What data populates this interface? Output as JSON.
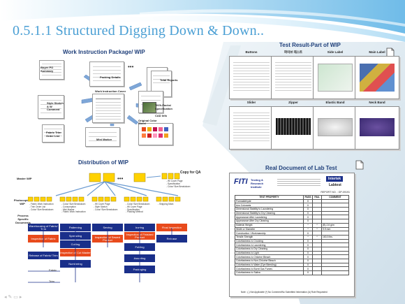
{
  "slide": {
    "title": "0.5.1.1 Structured Digging Down & Down.."
  },
  "wip_package": {
    "title": "Work Instruction Package/ WIP",
    "center_label": "Work Instruction Cover",
    "items": [
      {
        "label": "Buyer PO Summary"
      },
      {
        "label": "Packing Details"
      },
      {
        "label": "Total Reports"
      },
      {
        "label": "Style Sketch & W Comment"
      },
      {
        "label": "Tech-Packs/ Specification"
      },
      {
        "label": "CAD Info"
      },
      {
        "label": "Fabric Trim Order List"
      },
      {
        "label": "Mini Marker"
      },
      {
        "label": "Original Color Sheet"
      }
    ]
  },
  "test_result": {
    "title": "Test Result-Part of WIP",
    "tiles": [
      {
        "label": "Buttons"
      },
      {
        "label": "파이브 테스트"
      },
      {
        "label": "Side Label"
      },
      {
        "label": "Main Label"
      },
      {
        "label": "Slider"
      },
      {
        "label": "Zipper"
      },
      {
        "label": "Elastic Band"
      },
      {
        "label": "Neck Band"
      }
    ]
  },
  "distribution": {
    "title": "Distribution of WIP",
    "copy_label": "Copy for QA",
    "copy_items": [
      "- W/ Cover Page",
      "- Specification",
      "- Color/ Size Breakdown"
    ],
    "row_labels": [
      "Master WIP",
      "Photocopied WIP",
      "Process Specific Documents"
    ],
    "columns": [
      {
        "notes": [
          "- Fabric Work Instruction",
          "- Trim Order List",
          "- Color/ Size Breakdown"
        ],
        "steps": [
          {
            "label": "Warehousing of Fabric/ Trim",
            "color": "blue"
          },
          {
            "label": "Inspection of Fabric",
            "color": "red"
          },
          {
            "label": "Release of Fabric/ Trim",
            "color": "blue"
          }
        ]
      },
      {
        "notes": [
          "- Color/ Size Breakdown",
          "- Consumption",
          "- Mini Marker",
          "- Fabric Work Instruction"
        ],
        "steps": [
          {
            "label": "Patterning",
            "color": "blue"
          },
          {
            "label": "Spreading",
            "color": "blue"
          },
          {
            "label": "Cutting",
            "color": "blue"
          },
          {
            "label": "Inspection of Cut Master",
            "color": "red"
          },
          {
            "label": "Numbering",
            "color": "blue"
          }
        ]
      },
      {
        "notes": [
          "- WI Cover Page",
          "- Style Sketch",
          "- Color/ Size Breakdown"
        ],
        "steps": [
          {
            "label": "Sewing",
            "color": "blue"
          },
          {
            "label": "Inspection of Sewed Product",
            "color": "red"
          }
        ]
      },
      {
        "notes": [
          "- Color/ Size Breakdown",
          "- WI Cover Page",
          "- Specification",
          "- Packing Method"
        ],
        "steps": [
          {
            "label": "Ironing",
            "color": "blue"
          },
          {
            "label": "Inspection of Finished Product",
            "color": "red"
          },
          {
            "label": "Folding",
            "color": "blue"
          },
          {
            "label": "Assorting",
            "color": "blue"
          },
          {
            "label": "Packaging",
            "color": "blue"
          }
        ]
      },
      {
        "notes": [
          "- Shipping Mark"
        ],
        "steps": [
          {
            "label": "Final Inspection",
            "color": "red"
          },
          {
            "label": "Release",
            "color": "blue"
          }
        ]
      }
    ],
    "side_labels": [
      "Fabric",
      "Trim"
    ]
  },
  "lab_test": {
    "title": "Real Document of Lab Test",
    "org_logo": "FITI",
    "org_name": "Testing & Research Institute",
    "partner_logo": "Intertek",
    "partner_sub": "Labtest",
    "report_no": "REPORT NO. : GP-09191",
    "headers": [
      "TEST PROPERTY",
      "PASS",
      "FAIL",
      "COMMENT"
    ],
    "rows": [
      {
        "prop": "Formaldehyde",
        "pass": "X",
        "fail": "",
        "comment": ""
      },
      {
        "prop": "Azo Colorants",
        "pass": "X",
        "fail": "",
        "comment": ""
      },
      {
        "prop": "Dimensional Stability to Laundering",
        "pass": "X",
        "fail": "",
        "comment": ""
      },
      {
        "prop": "Dimensional Stability to Dry Cleaning",
        "pass": "X",
        "fail": "",
        "comment": ""
      },
      {
        "prop": "Appearance After Laundering",
        "pass": "X",
        "fail": "",
        "comment": ""
      },
      {
        "prop": "Appearance After Dry Cleaning",
        "pass": "X",
        "fail": "",
        "comment": ""
      },
      {
        "prop": "Material Weight",
        "pass": "*",
        "fail": "*",
        "comment": "(B) 2.6 g/m"
      },
      {
        "prop": "Width or Diameter",
        "pass": "*",
        "fail": "*",
        "comment": "9.9 mm"
      },
      {
        "prop": "Construction / Workmanship",
        "pass": "X",
        "fail": "",
        "comment": ""
      },
      {
        "prop": "Tensile Strength",
        "pass": "*",
        "fail": "*",
        "comment": "163.5 lbs."
      },
      {
        "prop": "Colorfastness to Crocking",
        "pass": "X",
        "fail": "",
        "comment": ""
      },
      {
        "prop": "Colorfastness to Laundering",
        "pass": "X",
        "fail": "",
        "comment": ""
      },
      {
        "prop": "Colorfastness to Dry Cleaning",
        "pass": "X",
        "fail": "",
        "comment": ""
      },
      {
        "prop": "Colorfastness to Light",
        "pass": "X",
        "fail": "",
        "comment": ""
      },
      {
        "prop": "Colorfastness to Chlorine Bleach",
        "pass": "X",
        "fail": "",
        "comment": ""
      },
      {
        "prop": "Colorfastness to Non-Chlorine Bleach",
        "pass": "X",
        "fail": "",
        "comment": ""
      },
      {
        "prop": "Colorfastness to Water (Dye Bleeding)",
        "pass": "X",
        "fail": "",
        "comment": ""
      },
      {
        "prop": "Colorfastness to Burnt Gas Fumes",
        "pass": "X",
        "fail": "",
        "comment": ""
      },
      {
        "prop": "Colorfastness to Saliva",
        "pass": "X",
        "fail": "",
        "comment": ""
      }
    ],
    "note": "Note : (-) Not Applicable   (*) No Comment/No Submitted Information   (A) Rule Requested"
  },
  "colors": {
    "title": "#4a9fd4",
    "section": "#1f3f7a",
    "flow_blue": "#1a2f8a",
    "flow_red": "#e84a1c",
    "doc_yellow": "#ffd200"
  }
}
